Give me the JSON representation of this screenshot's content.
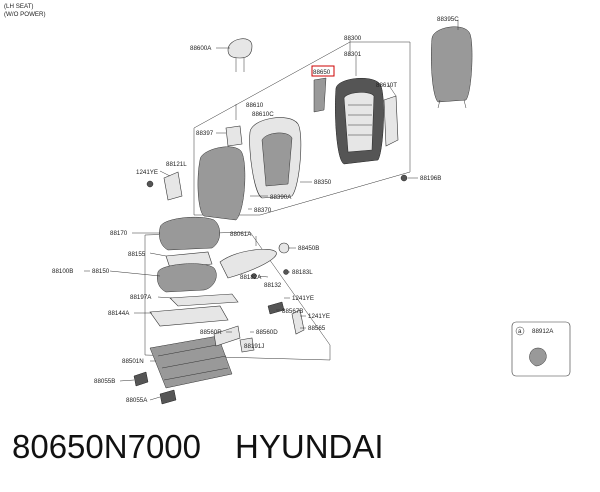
{
  "header": {
    "line1": "(LH SEAT)",
    "line2": "(W/O POWER)"
  },
  "parts": {
    "p88395C": "88395C",
    "p88300": "88300",
    "p88600A": "88600A",
    "p88301": "88301",
    "p88650": "88650",
    "p88610T": "88610T",
    "p88610": "88610",
    "p88610C": "88610C",
    "p88397": "88397",
    "p88121L": "88121L",
    "p1241YE_a": "1241YE",
    "p88350": "88350",
    "p88196B": "88196B",
    "p88390A": "88390A",
    "p88370": "88370",
    "p88170": "88170",
    "p88061A": "88061A",
    "p88450B": "88450B",
    "p88155": "88155",
    "p88100B": "88100B",
    "p88150": "88150",
    "p88182A": "88182A",
    "p88183L": "88183L",
    "p88132": "88132",
    "p88197A": "88197A",
    "p1241YE_b": "1241YE",
    "p88144A": "88144A",
    "p88567B": "88567B",
    "p1241YE_c": "1241YE",
    "p88565": "88565",
    "p88560R": "88560R",
    "p88560D": "88560D",
    "p88191J": "88191J",
    "p88501N": "88501N",
    "p88055B": "88055B",
    "p88055A": "88055A",
    "inset_letter": "a",
    "p88912A": "88912A"
  },
  "caption": {
    "part_number": "80650N7000",
    "brand": "HYUNDAI"
  }
}
